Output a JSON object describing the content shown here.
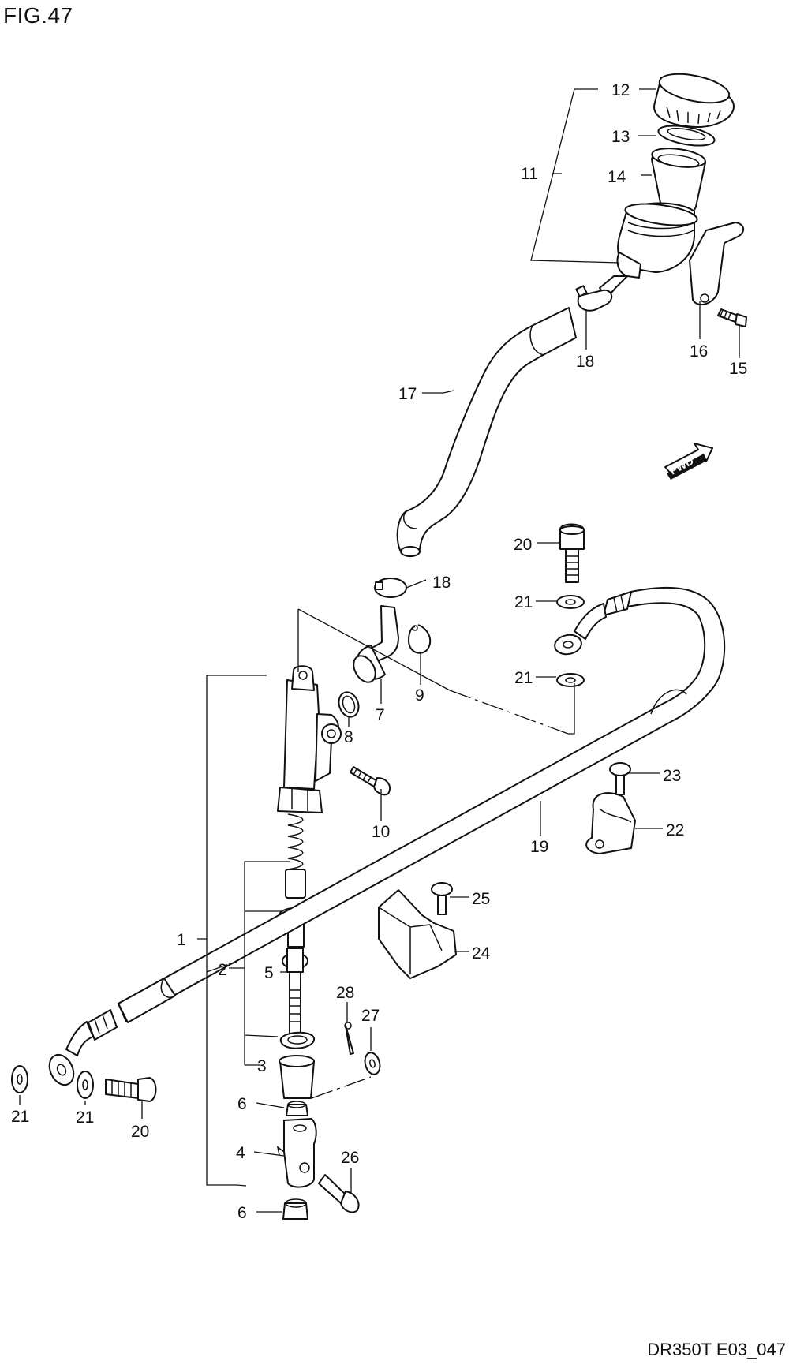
{
  "figure_title": "FIG.47",
  "drawing_code": "DR350T E03_047",
  "fwd_label": "FWD",
  "callouts": {
    "c1": "1",
    "c2": "2",
    "c3": "3",
    "c4": "4",
    "c5": "5",
    "c6a": "6",
    "c6b": "6",
    "c7": "7",
    "c8": "8",
    "c9": "9",
    "c10": "10",
    "c11": "11",
    "c12": "12",
    "c13": "13",
    "c14": "14",
    "c15": "15",
    "c16": "16",
    "c17": "17",
    "c18a": "18",
    "c18b": "18",
    "c19": "19",
    "c20a": "20",
    "c20b": "20",
    "c21a": "21",
    "c21b": "21",
    "c21c": "21",
    "c21d": "21",
    "c22": "22",
    "c23": "23",
    "c24": "24",
    "c25": "25",
    "c26": "26",
    "c27": "27",
    "c28": "28"
  }
}
